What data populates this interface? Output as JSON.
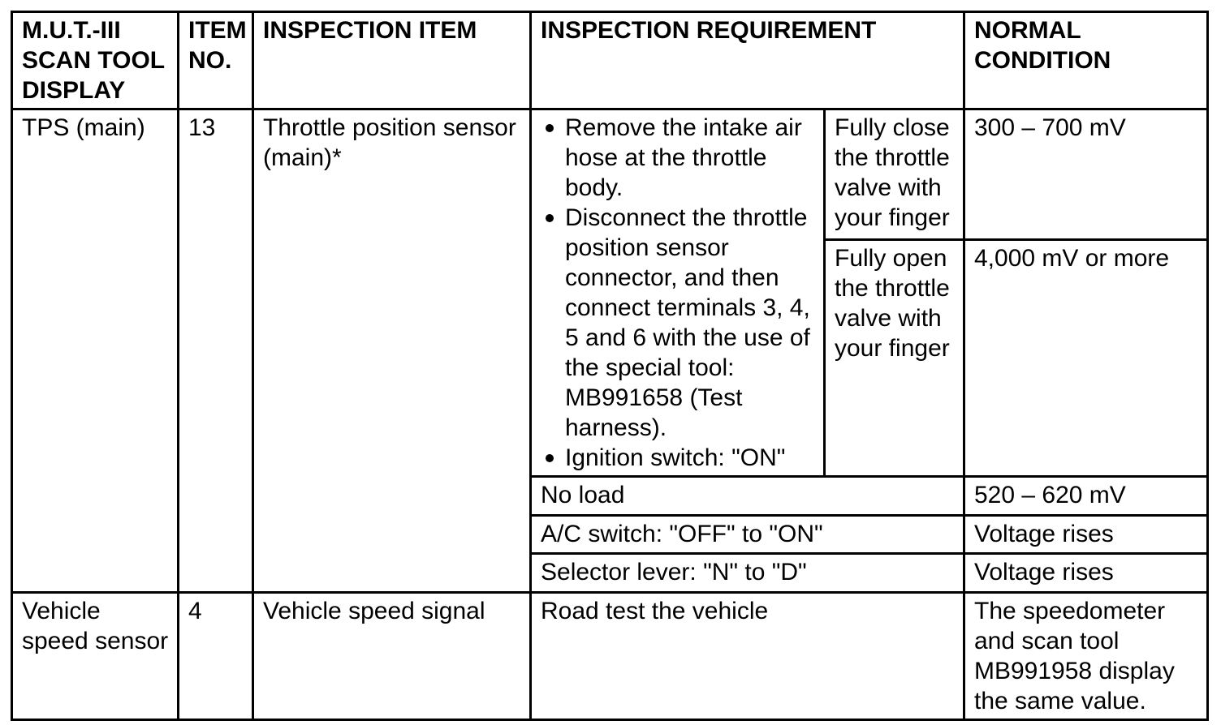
{
  "colors": {
    "background": "#ffffff",
    "text": "#000000",
    "border": "#000000"
  },
  "table": {
    "columns": [
      {
        "label": "M.U.T.-III SCAN TOOL DISPLAY"
      },
      {
        "label": "ITEM NO."
      },
      {
        "label": "INSPECTION ITEM"
      },
      {
        "label": "INSPECTION REQUIREMENT"
      },
      {
        "label": "NORMAL CONDITION"
      }
    ],
    "rows": [
      {
        "display": "TPS (main)",
        "item_no": "13",
        "inspection_item": "Throttle position sensor (main)*",
        "requirement_steps": [
          "Remove the intake air hose at the throttle body.",
          "Disconnect the throttle position sensor connector, and then connect terminals 3, 4, 5 and 6 with the use of the special tool: MB991658 (Test harness).",
          "Ignition switch: \"ON\""
        ],
        "throttle_tests": [
          {
            "requirement": "Fully close the throttle valve with your finger",
            "normal_condition": "300 – 700 mV"
          },
          {
            "requirement": "Fully open the throttle valve with your finger",
            "normal_condition": "4,000 mV or more"
          }
        ],
        "load_tests": [
          {
            "requirement": "No load",
            "normal_condition": "520 – 620 mV"
          },
          {
            "requirement": "A/C switch: \"OFF\" to \"ON\"",
            "normal_condition": "Voltage rises"
          },
          {
            "requirement": "Selector lever: \"N\" to \"D\"",
            "normal_condition": "Voltage rises"
          }
        ]
      },
      {
        "display": "Vehicle speed sensor",
        "item_no": "4",
        "inspection_item": "Vehicle speed signal",
        "requirement": "Road test the vehicle",
        "normal_condition": "The speedometer and scan tool MB991958 display the same value."
      }
    ]
  }
}
